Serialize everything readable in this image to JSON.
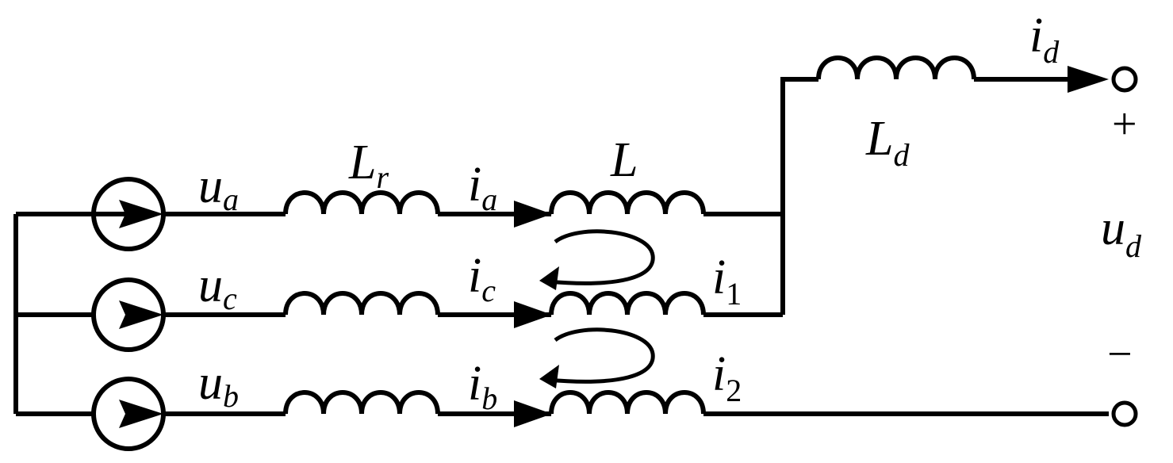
{
  "diagram": {
    "labels": {
      "ua": {
        "main": "u",
        "sub": "a"
      },
      "uc": {
        "main": "u",
        "sub": "c"
      },
      "ub": {
        "main": "u",
        "sub": "b"
      },
      "Lr": {
        "main": "L",
        "sub": "r"
      },
      "L": {
        "main": "L"
      },
      "Ld": {
        "main": "L",
        "sub": "d"
      },
      "ia": {
        "main": "i",
        "sub": "a"
      },
      "ic": {
        "main": "i",
        "sub": "c"
      },
      "ib": {
        "main": "i",
        "sub": "b"
      },
      "i1": {
        "main": "i",
        "sub": "1"
      },
      "i2": {
        "main": "i",
        "sub": "2"
      },
      "id": {
        "main": "i",
        "sub": "d"
      },
      "ud": {
        "main": "u",
        "sub": "d"
      }
    },
    "plus_sign": "+",
    "minus_sign": "−"
  }
}
